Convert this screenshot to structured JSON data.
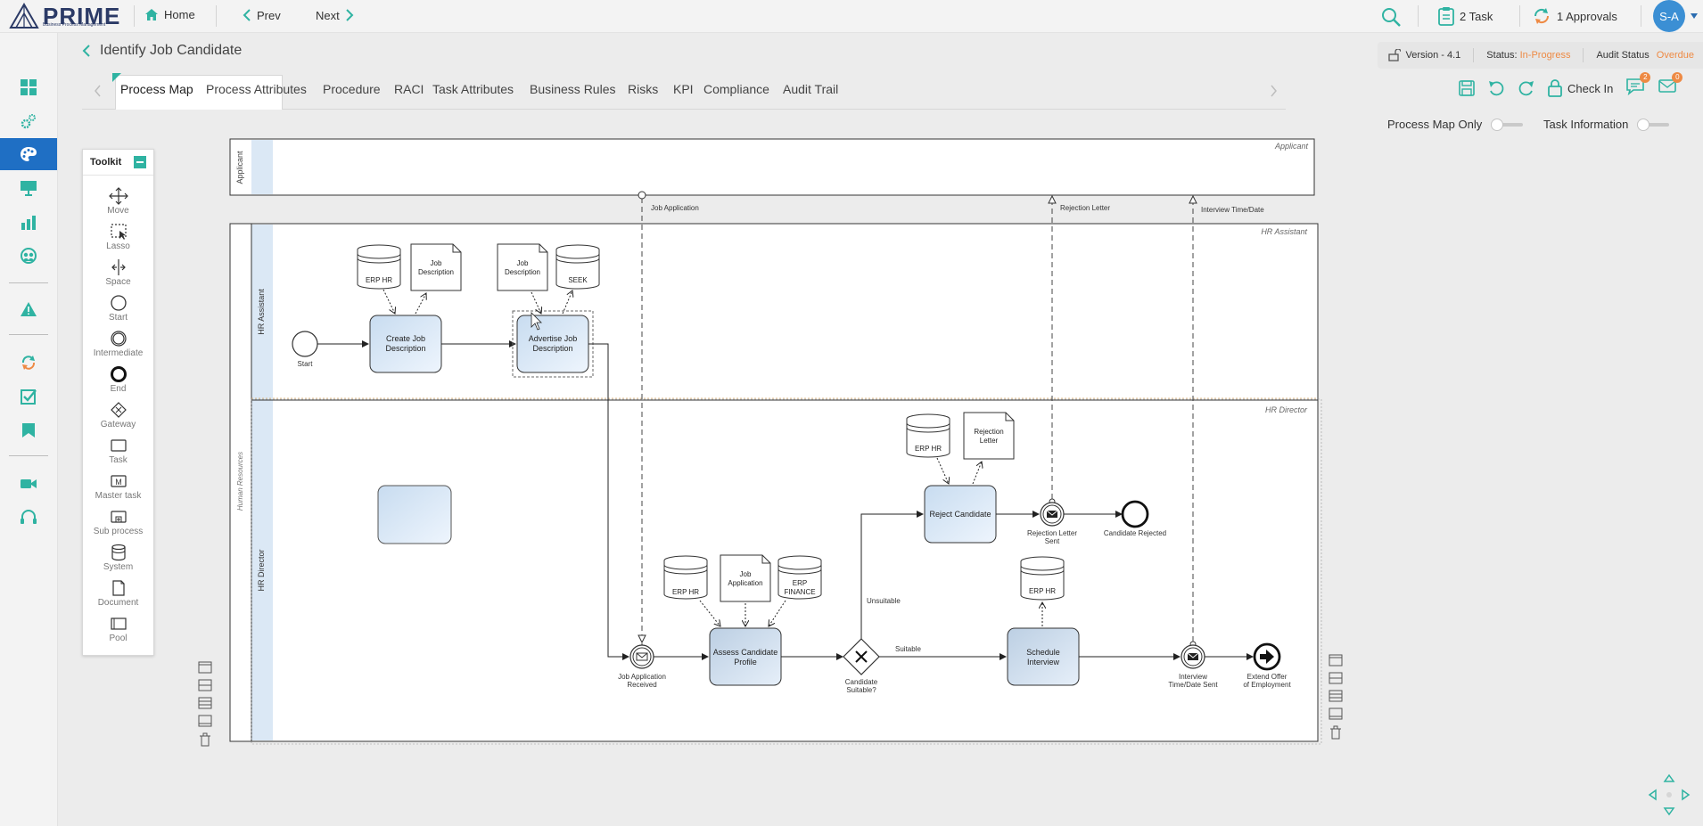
{
  "app": {
    "name": "PRIME",
    "tagline": "Business Process Management"
  },
  "topnav": {
    "home": "Home",
    "prev": "Prev",
    "next": "Next"
  },
  "topright": {
    "tasks": "2 Task",
    "approvals": "1 Approvals",
    "avatar": "S-A"
  },
  "page": {
    "title": "Identify Job Candidate"
  },
  "meta": {
    "version": "Version - 4.1",
    "status_label": "Status:",
    "status_value": "In-Progress",
    "audit_label": "Audit Status",
    "audit_value": "Overdue"
  },
  "tabs": [
    "Process Map",
    "Process Attributes",
    "Procedure",
    "RACI",
    "Task Attributes",
    "Business Rules",
    "Risks",
    "KPI",
    "Compliance",
    "Audit Trail"
  ],
  "actions": {
    "checkin": "Check In",
    "comments_count": "2",
    "messages_count": "0"
  },
  "toggles": {
    "process_map_only": "Process Map Only",
    "task_information": "Task Information"
  },
  "toolkit": {
    "title": "Toolkit",
    "items": [
      "Move",
      "Lasso",
      "Space",
      "Start",
      "Intermediate",
      "End",
      "Gateway",
      "Task",
      "Master task",
      "Sub process",
      "System",
      "Document",
      "Pool"
    ]
  },
  "diagram": {
    "pool_applicant": "Applicant",
    "pool_hr": "Human Resources",
    "lane_hr_assistant": "HR Assistant",
    "lane_hr_director": "HR Director",
    "msg_job_application": "Job Application",
    "msg_rejection_letter": "Rejection Letter",
    "msg_interview": "Interview Time/Date",
    "start": "Start",
    "task_create_job": [
      "Create Job",
      "Description"
    ],
    "task_advertise_job": [
      "Advertise Job",
      "Description"
    ],
    "task_assess": [
      "Assess Candidate",
      "Profile"
    ],
    "task_reject": "Reject Candidate",
    "task_schedule": [
      "Schedule",
      "Interview"
    ],
    "data_erp_hr": "ERP HR",
    "doc_job_description": [
      "Job",
      "Description"
    ],
    "data_seek": "SEEK",
    "doc_rejection_letter": [
      "Rejection",
      "Letter"
    ],
    "doc_job_application": [
      "Job",
      "Application"
    ],
    "data_erp_finance": [
      "ERP",
      "FINANCE"
    ],
    "event_job_app_received": [
      "Job Application",
      "Received"
    ],
    "gateway_suitable": [
      "Candidate",
      "Suitable?"
    ],
    "flow_unsuitable": "Unsuitable",
    "flow_suitable": "Suitable",
    "event_rejection_sent": [
      "Rejection Letter",
      "Sent"
    ],
    "event_candidate_rejected": "Candidate Rejected",
    "event_interview_sent": [
      "Interview",
      "Time/Date Sent"
    ],
    "event_extend_offer": [
      "Extend Offer",
      "of Employment"
    ]
  },
  "colors": {
    "accent": "#2fb3a2",
    "brand": "#2b3a66",
    "active_nav": "#1f6fc4",
    "orange": "#ee8a44",
    "task_fill": "#dbe9f7"
  }
}
